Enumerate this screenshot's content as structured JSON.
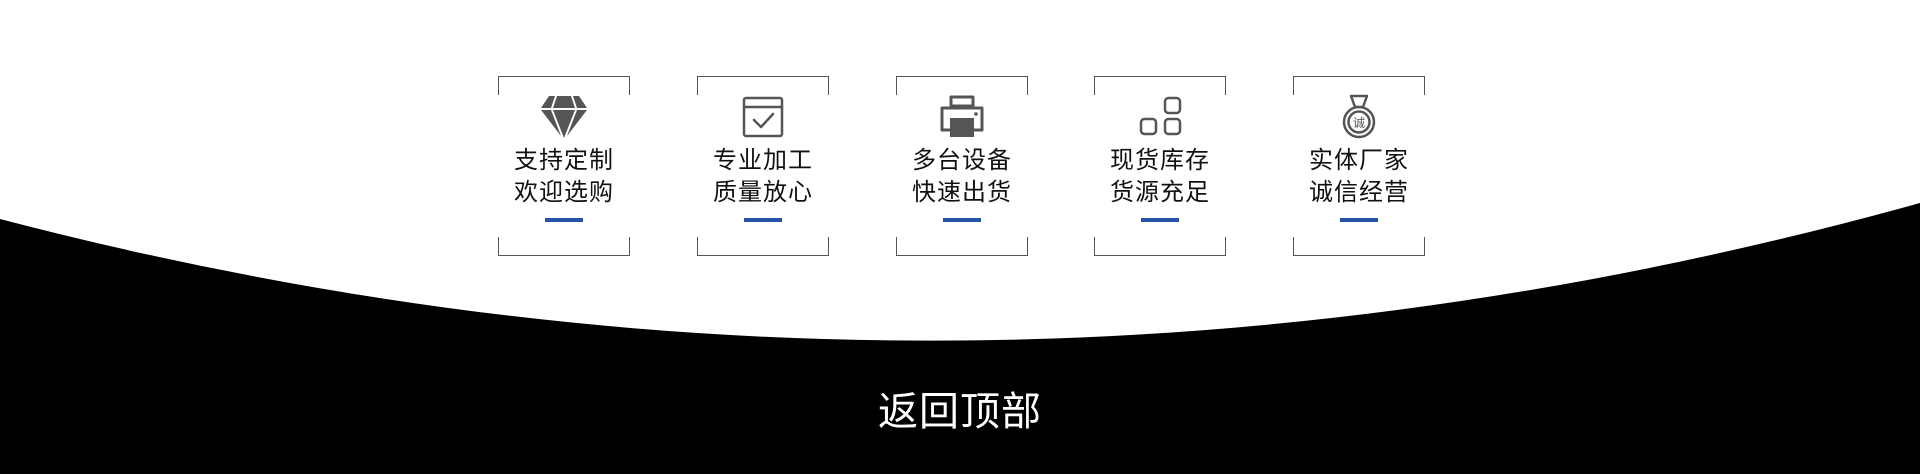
{
  "theme": {
    "accent": "#2453a7",
    "icon_color": "#555555",
    "footer_bg": "#000000"
  },
  "features": [
    {
      "icon": "diamond-icon",
      "line1": "支持定制",
      "line2": "欢迎选购"
    },
    {
      "icon": "box-check-icon",
      "line1": "专业加工",
      "line2": "质量放心"
    },
    {
      "icon": "printer-icon",
      "line1": "多台设备",
      "line2": "快速出货"
    },
    {
      "icon": "squares-icon",
      "line1": "现货库存",
      "line2": "货源充足"
    },
    {
      "icon": "medal-icon",
      "line1": "实体厂家",
      "line2": "诚信经营",
      "badge_char": "诚"
    }
  ],
  "footer": {
    "back_to_top": "返回顶部"
  }
}
